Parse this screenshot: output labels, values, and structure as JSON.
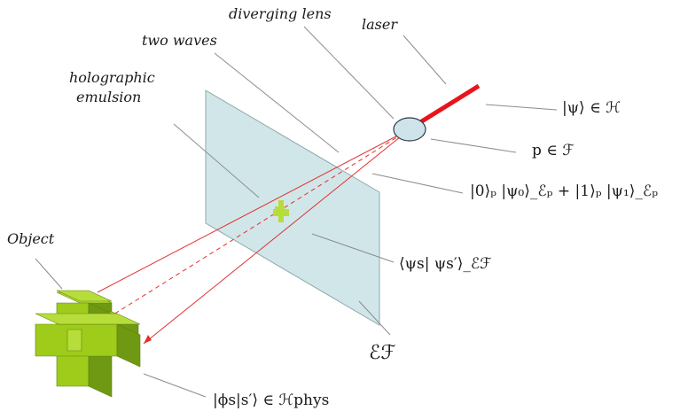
{
  "labels": {
    "laser": "laser",
    "diverging_lens": "diverging lens",
    "two_waves": "two waves",
    "holographic_emulsion_line1": "holographic",
    "holographic_emulsion_line2": "emulsion",
    "object": "Object"
  },
  "math": {
    "psi_state": "|ψ⟩ ∈ ℋ",
    "p_in_F": "p ∈ ℱ",
    "superposition": "|0⟩ₚ |ψ₀⟩_ℰₚ + |1⟩ₚ |ψ₁⟩_ℰₚ",
    "overlap": "⟨ψs| ψs′⟩_ℰℱ",
    "environment": "ℰℱ",
    "phi_state": "|ϕs|s′⟩ ∈ ℋphys"
  },
  "colors": {
    "beam": "#e8141b",
    "ray": "#e03030",
    "plate_fill": "#c9e2e4",
    "plate_stroke": "#8fa9ab",
    "lens_fill": "#cfe4ea",
    "object_front": "#9fcc1a",
    "object_side": "#6f9912",
    "object_top": "#b7dd3a",
    "leader": "#8c8c8c"
  }
}
